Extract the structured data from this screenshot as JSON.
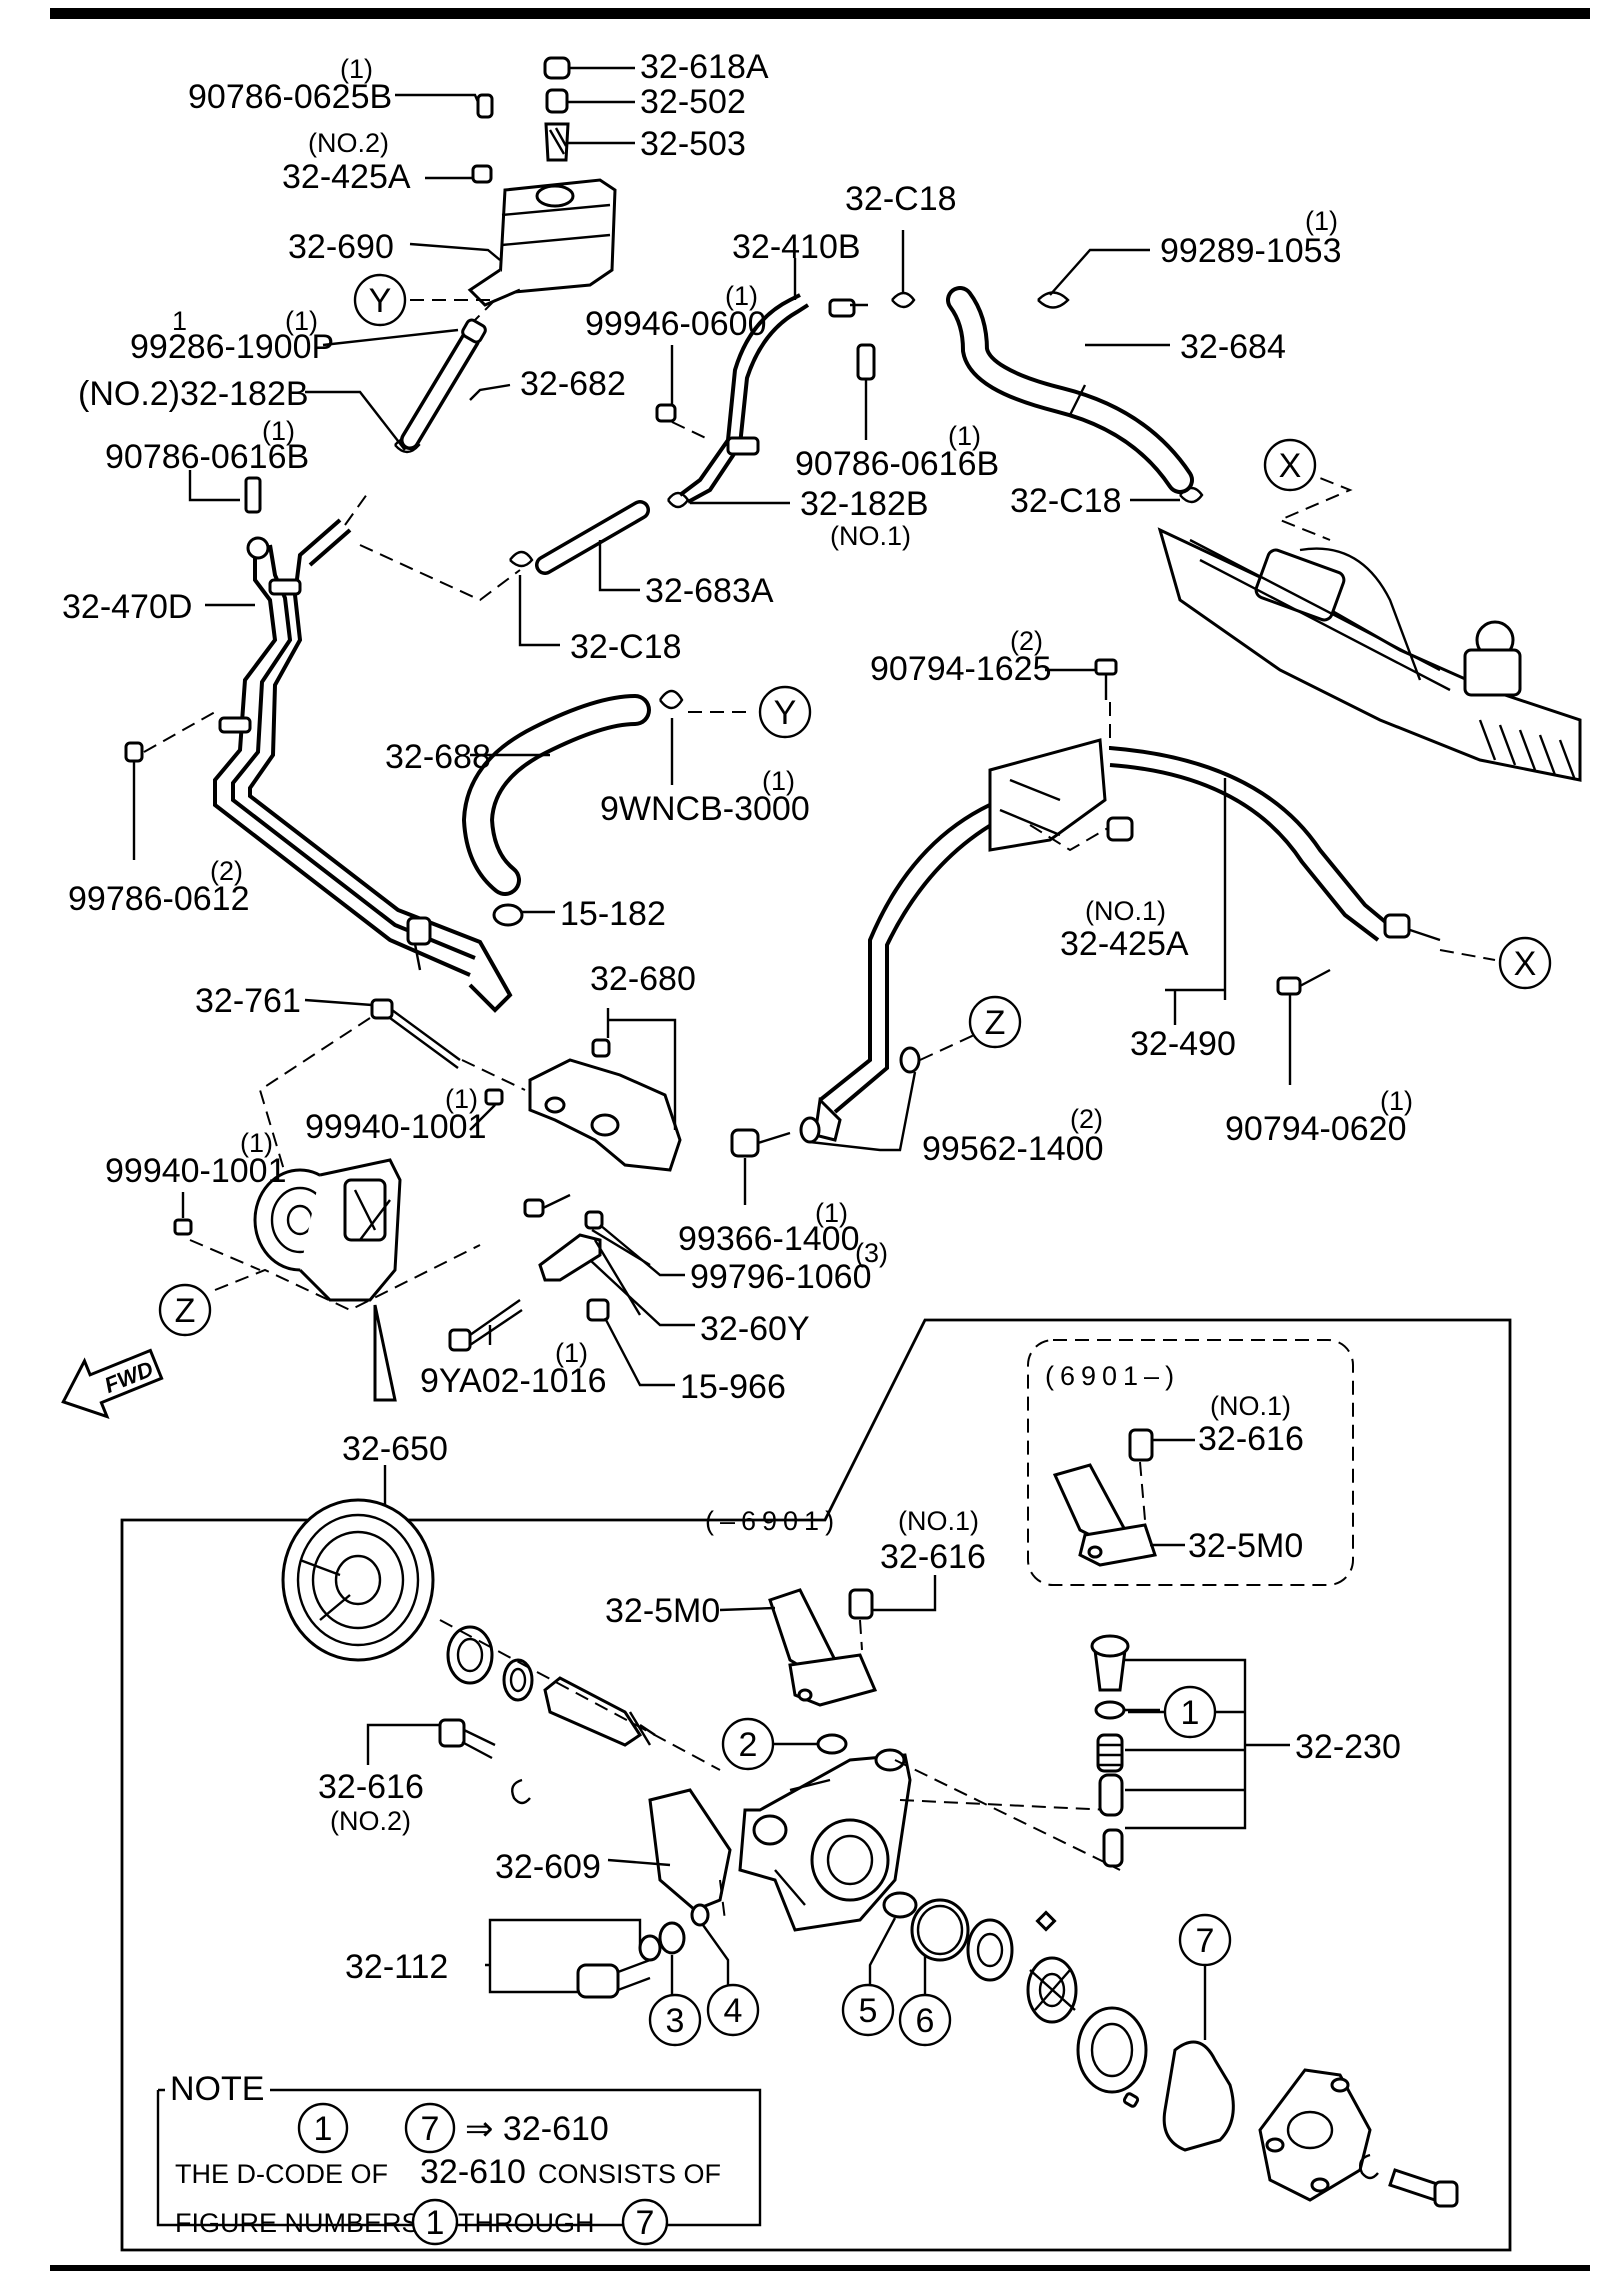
{
  "callouts": {
    "c_90786_0625b": {
      "qty": "(1)",
      "code": "90786-0625B"
    },
    "c_32_618a": {
      "code": "32-618A"
    },
    "c_32_502": {
      "code": "32-502"
    },
    "c_32_503": {
      "code": "32-503"
    },
    "c_32_425a_top": {
      "qty": "(NO.2)",
      "code": "32-425A"
    },
    "c_32_690": {
      "code": "32-690"
    },
    "c_32_410b": {
      "code": "32-410B"
    },
    "c_32_c18_top": {
      "code": "32-C18"
    },
    "c_99289_1053": {
      "qty": "(1)",
      "code": "99289-1053"
    },
    "c_99946_0600": {
      "qty": "(1)",
      "code": "99946-0600"
    },
    "c_99286_1900p": {
      "qty": "(1)",
      "code": "99286-1900P",
      "mark": "1"
    },
    "c_32_684": {
      "code": "32-684"
    },
    "c_32_182b_no2": {
      "code": "(NO.2)32-182B"
    },
    "c_32_682": {
      "code": "32-682"
    },
    "c_90786_0616b_left": {
      "qty": "(1)",
      "code": "90786-0616B"
    },
    "c_90786_0616b_mid": {
      "qty": "(1)",
      "code": "90786-0616B"
    },
    "c_32_c18_right": {
      "code": "32-C18"
    },
    "c_32_182b_no1": {
      "code": "32-182B",
      "qty": "(NO.1)"
    },
    "c_32_470d": {
      "code": "32-470D"
    },
    "c_32_683a": {
      "code": "32-683A"
    },
    "c_32_c18_mid": {
      "code": "32-C18"
    },
    "c_90794_1625": {
      "qty": "(2)",
      "code": "90794-1625"
    },
    "c_32_688": {
      "code": "32-688"
    },
    "c_9wncb_3000": {
      "qty": "(1)",
      "code": "9WNCB-3000"
    },
    "c_99786_0612": {
      "qty": "(2)",
      "code": "99786-0612"
    },
    "c_15_182": {
      "code": "15-182"
    },
    "c_32_425a_no1": {
      "qty": "(NO.1)",
      "code": "32-425A"
    },
    "c_32_680": {
      "code": "32-680"
    },
    "c_32_761": {
      "code": "32-761"
    },
    "c_32_490": {
      "code": "32-490"
    },
    "c_99940_1001_a": {
      "qty": "(1)",
      "code": "99940-1001"
    },
    "c_99940_1001_b": {
      "qty": "(1)",
      "code": "99940-1001"
    },
    "c_90794_0620": {
      "qty": "(1)",
      "code": "90794-0620"
    },
    "c_99562_1400": {
      "qty": "(2)",
      "code": "99562-1400"
    },
    "c_99366_1400": {
      "qty": "(1)",
      "code": "99366-1400"
    },
    "c_99796_1060": {
      "qty": "(3)",
      "code": "99796-1060"
    },
    "c_32_60y": {
      "code": "32-60Y"
    },
    "c_9ya02_1016": {
      "qty": "(1)",
      "code": "9YA02-1016"
    },
    "c_15_966": {
      "code": "15-966"
    },
    "c_32_650": {
      "code": "32-650"
    },
    "c_6901_new": {
      "range": "(6901–)",
      "qty": "(NO.1)",
      "code": "32-616",
      "code2": "32-5M0"
    },
    "c_6901_old": {
      "range": "(–6901)",
      "qty": "(NO.1)",
      "code": "32-616"
    },
    "c_32_5m0": {
      "code": "32-5M0"
    },
    "c_32_230": {
      "code": "32-230"
    },
    "c_32_616_no2": {
      "code": "32-616",
      "qty": "(NO.2)"
    },
    "c_32_609": {
      "code": "32-609"
    },
    "c_32_112": {
      "code": "32-112"
    }
  },
  "refs": {
    "x": "X",
    "y": "Y",
    "z": "Z"
  },
  "fwd": "FWD",
  "circled_numbers": [
    "1",
    "2",
    "3",
    "4",
    "5",
    "6",
    "7"
  ],
  "note": {
    "heading": "NOTE",
    "circle_a": "1",
    "circle_b": "7",
    "arrow_text": "⇒ 32-610",
    "line1_a": "THE D-CODE OF",
    "line1_code": "32-610",
    "line1_b": "CONSISTS OF",
    "line2_a": "FIGURE NUMBERS",
    "line2_circle_a": "1",
    "line2_mid": "THROUGH",
    "line2_circle_b": "7"
  }
}
